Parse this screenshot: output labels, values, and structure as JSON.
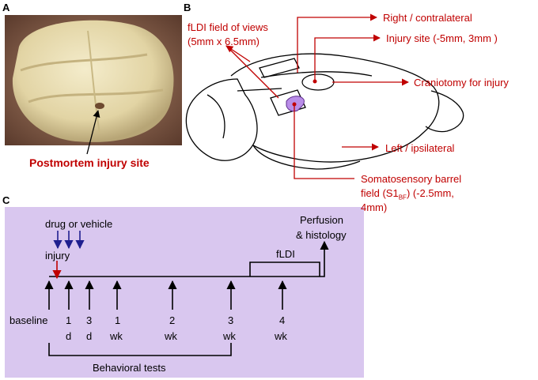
{
  "panels": {
    "a": "A",
    "b": "B",
    "c": "C"
  },
  "panel_a": {
    "caption": "Postmortem injury site"
  },
  "panel_b": {
    "fov_label": "fLDI field of views",
    "fov_size": "(5mm x 6.5mm)",
    "right": "Right / contralateral",
    "injury_site": "Injury site (-5mm, 3mm )",
    "craniotomy": "Craniotomy  for injury",
    "left": "Left / ipsilateral",
    "s1_line1": "Somatosensory barrel",
    "s1_line2_pre": "field (S1",
    "s1_sub": "BF",
    "s1_line2_post": ") (-2.5mm,",
    "s1_line3": "4mm)"
  },
  "panel_c": {
    "drug": "drug or vehicle",
    "injury": "injury",
    "perfusion1": "Perfusion",
    "perfusion2": "& histology",
    "fldi": "fLDI",
    "baseline": "baseline",
    "t_1d_num": "1",
    "t_1d_unit": "d",
    "t_3d_num": "3",
    "t_3d_unit": "d",
    "t_1w_num": "1",
    "t_1w_unit": "wk",
    "t_2w_num": "2",
    "t_2w_unit": "wk",
    "t_3w_num": "3",
    "t_3w_unit": "wk",
    "t_4w_num": "4",
    "t_4w_unit": "wk",
    "behavioral": "Behavioral tests"
  },
  "colors": {
    "label_red": "#c00000",
    "panel_bg": "#d9c7ef",
    "arrow_blue": "#1f1f8f",
    "injury_fill": "#b98de8"
  }
}
